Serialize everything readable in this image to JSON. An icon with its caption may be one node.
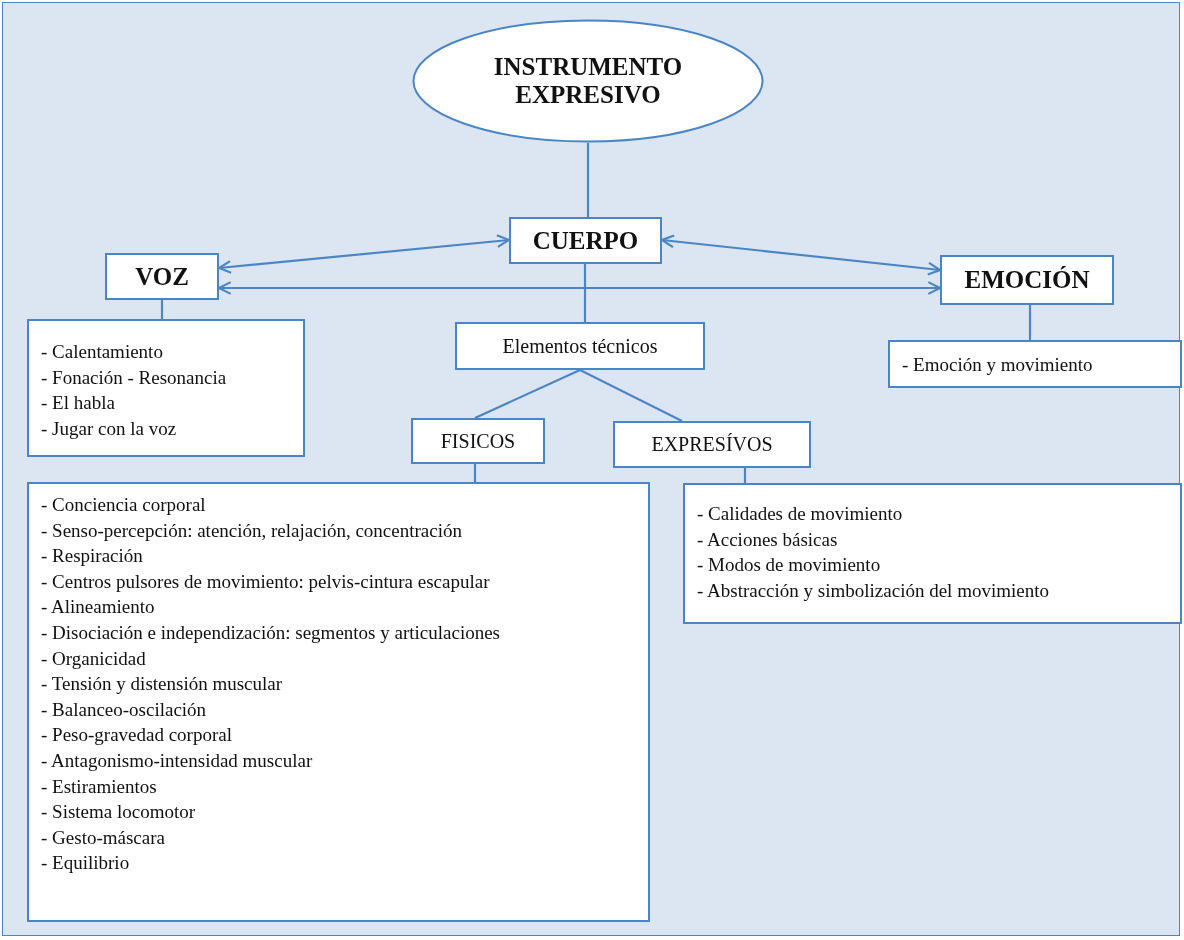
{
  "diagram": {
    "nodes": [
      {
        "text": [
          "INSTRUMENTO EXPRESIVO"
        ]
      },
      {
        "text": [
          "CUERPO"
        ]
      },
      {
        "text": [
          "VOZ"
        ]
      },
      {
        "text": [
          "EMOCIÓN"
        ]
      },
      {
        "text": [
          "- Calentamiento",
          "- Fonación - Resonancia",
          "- El habla",
          "- Jugar con la voz"
        ]
      },
      {
        "text": [
          "Elementos técnicos"
        ]
      },
      {
        "text": [
          "- Emoción y movimiento"
        ]
      },
      {
        "text": [
          "FISICOS"
        ]
      },
      {
        "text": [
          "EXPRESÍVOS"
        ]
      },
      {
        "text": [
          "- Conciencia corporal",
          "- Senso-percepción: atención, relajación, concentración",
          "- Respiración",
          "- Centros pulsores de movimiento: pelvis-cintura escapular",
          "- Alineamiento",
          "- Disociación e independización: segmentos y articulaciones",
          "- Organicidad",
          "- Tensión y distensión muscular",
          "- Balanceo-oscilación",
          "- Peso-gravedad corporal",
          "- Antagonismo-intensidad muscular",
          "- Estiramientos",
          "- Sistema locomotor",
          "- Gesto-máscara",
          "- Equilibrio"
        ]
      },
      {
        "text": [
          "- Calidades de movimiento",
          "- Acciones básicas",
          "- Modos de movimiento",
          "- Abstracción y simbolización del movimiento"
        ]
      }
    ],
    "edges": [
      {
        "from": 0,
        "to": 1,
        "arrow": "none"
      },
      {
        "from": 1,
        "to": 2,
        "arrow": "both"
      },
      {
        "from": 1,
        "to": 3,
        "arrow": "both"
      },
      {
        "from": 2,
        "to": 3,
        "arrow": "both"
      },
      {
        "from": 2,
        "to": 4,
        "arrow": "none"
      },
      {
        "from": 1,
        "to": 5,
        "arrow": "none"
      },
      {
        "from": 3,
        "to": 6,
        "arrow": "none"
      },
      {
        "from": 5,
        "to": 7,
        "arrow": "none"
      },
      {
        "from": 5,
        "to": 8,
        "arrow": "none"
      },
      {
        "from": 7,
        "to": 9,
        "arrow": "none"
      },
      {
        "from": 8,
        "to": 10,
        "arrow": "none"
      }
    ]
  }
}
